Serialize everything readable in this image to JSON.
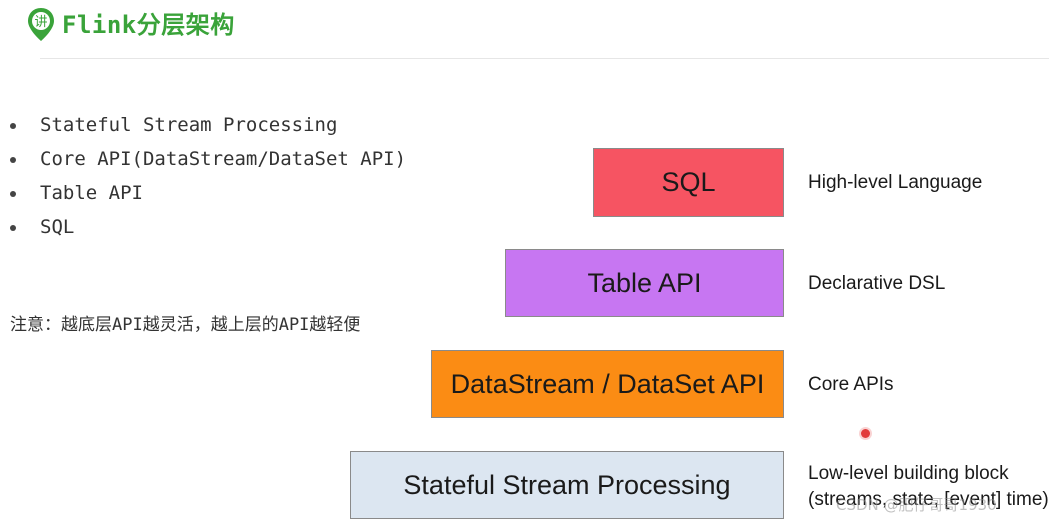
{
  "header": {
    "logo_icon": "green-location-pin-icon",
    "logo_text": "讲",
    "title": "Flink分层架构",
    "accent_color": "#3aa33a"
  },
  "bullets": [
    "Stateful Stream Processing",
    "Core API(DataStream/DataSet API)",
    "Table API",
    "SQL"
  ],
  "note": "注意：越底层API越灵活，越上层的API越轻便",
  "layers": [
    {
      "label": "SQL",
      "description": [
        "High-level Language"
      ],
      "color": "#f65462"
    },
    {
      "label": "Table API",
      "description": [
        "Declarative DSL"
      ],
      "color": "#c776f2"
    },
    {
      "label": "DataStream / DataSet API",
      "description": [
        "Core APIs"
      ],
      "color": "#fb8c14"
    },
    {
      "label": "Stateful Stream Processing",
      "description": [
        "Low-level building block",
        "(streams, state, [event] time)"
      ],
      "color": "#dce6f1"
    }
  ],
  "watermark": "CSDN @肥仔哥哥1930"
}
